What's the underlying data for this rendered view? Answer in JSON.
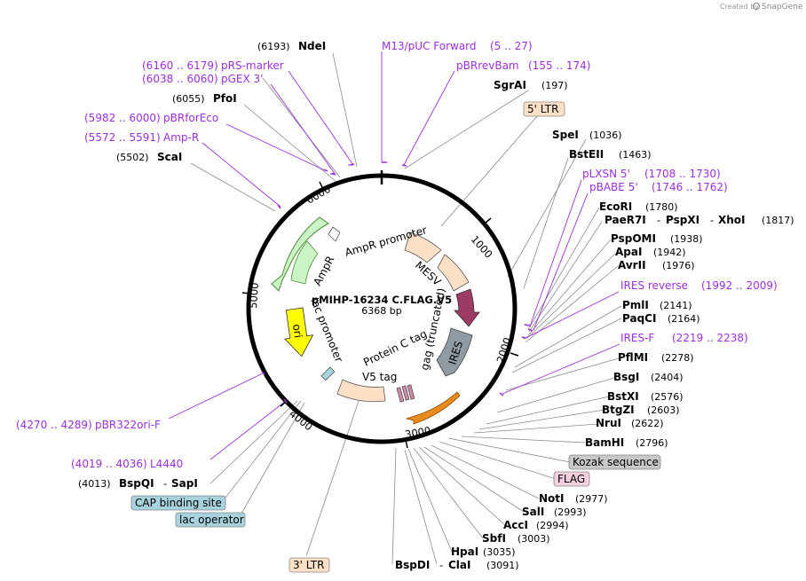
{
  "branding": {
    "created_by": "Created by",
    "app_name": "SnapGene"
  },
  "plasmid": {
    "name": "pMIHP-16234 C.FLAG.V5",
    "length": "6368 bp"
  },
  "ring_ticks": [
    "1000",
    "2000",
    "3000",
    "4000",
    "5000",
    "6000"
  ],
  "enzymes": [
    {
      "name": "NdeI",
      "pos": "(6193)"
    },
    {
      "name": "PfoI",
      "pos": "(6055)"
    },
    {
      "name": "ScaI",
      "pos": "(5502)"
    },
    {
      "name": "SgrAI",
      "pos": "(197)"
    },
    {
      "name": "SpeI",
      "pos": "(1036)"
    },
    {
      "name": "BstEII",
      "pos": "(1463)"
    },
    {
      "name": "EcoRI",
      "pos": "(1780)"
    },
    {
      "name": "PaeR7I",
      "name2": "PspXI",
      "name3": "XhoI",
      "pos": "(1817)"
    },
    {
      "name": "PspOMI",
      "pos": "(1938)"
    },
    {
      "name": "ApaI",
      "pos": "(1942)"
    },
    {
      "name": "AvrII",
      "pos": "(1976)"
    },
    {
      "name": "PmlI",
      "pos": "(2141)"
    },
    {
      "name": "PaqCI",
      "pos": "(2164)"
    },
    {
      "name": "PflMI",
      "pos": "(2278)"
    },
    {
      "name": "BsgI",
      "pos": "(2404)"
    },
    {
      "name": "BstXI",
      "pos": "(2576)"
    },
    {
      "name": "BtgZI",
      "pos": "(2603)"
    },
    {
      "name": "NruI",
      "pos": "(2622)"
    },
    {
      "name": "BamHI",
      "pos": "(2796)"
    },
    {
      "name": "NotI",
      "pos": "(2977)"
    },
    {
      "name": "SalI",
      "pos": "(2993)"
    },
    {
      "name": "AccI",
      "pos": "(2994)"
    },
    {
      "name": "SbfI",
      "pos": "(3003)"
    },
    {
      "name": "HpaI",
      "pos": "(3035)"
    },
    {
      "name": "BspDI",
      "name2": "ClaI",
      "pos": "(3091)"
    },
    {
      "name": "BspQI",
      "name2": "SapI",
      "pos": "(4013)"
    }
  ],
  "primers": [
    {
      "name": "M13/pUC Forward",
      "pos": "(5 .. 27)"
    },
    {
      "name": "pBRrevBam",
      "pos": "(155 .. 174)"
    },
    {
      "name": "pRS-marker",
      "pos": "(6160 .. 6179)"
    },
    {
      "name": "pGEX 3'",
      "pos": "(6038 .. 6060)"
    },
    {
      "name": "pBRforEco",
      "pos": "(5982 .. 6000)"
    },
    {
      "name": "Amp-R",
      "pos": "(5572 .. 5591)"
    },
    {
      "name": "pLXSN 5'",
      "pos": "(1708 .. 1730)"
    },
    {
      "name": "pBABE 5'",
      "pos": "(1746 .. 1762)"
    },
    {
      "name": "IRES reverse",
      "pos": "(1992 .. 2009)"
    },
    {
      "name": "IRES-F",
      "pos": "(2219 .. 2238)"
    },
    {
      "name": "pBR322ori-F",
      "pos": "(4270 .. 4289)"
    },
    {
      "name": "L4440",
      "pos": "(4019 .. 4036)"
    }
  ],
  "boxed_features": [
    {
      "name": "5' LTR"
    },
    {
      "name": "Kozak sequence"
    },
    {
      "name": "FLAG"
    },
    {
      "name": "CAP binding site"
    },
    {
      "name": "lac operator"
    },
    {
      "name": "3' LTR"
    }
  ],
  "inner_features": [
    {
      "name": "AmpR promoter"
    },
    {
      "name": "AmpR"
    },
    {
      "name": "MESV"
    },
    {
      "name": "ori"
    },
    {
      "name": "lac promoter"
    },
    {
      "name": "gag (truncated)"
    },
    {
      "name": "IRES"
    },
    {
      "name": "Protein C tag"
    },
    {
      "name": "V5 tag"
    }
  ],
  "colors": {
    "primer": "#9b30d9",
    "ltr_fill": "#fde0c5",
    "amp_fill": "#ccf5c5",
    "ori_fill": "#ffff00",
    "mesv_fill": "#9e3a66",
    "ires_fill": "#8f9aa2",
    "kozak_fill": "#c8c8c8",
    "flag_fill": "#f3cfdf",
    "cap_fill": "#a7d3de",
    "gene_orange": "#e88b1c"
  }
}
